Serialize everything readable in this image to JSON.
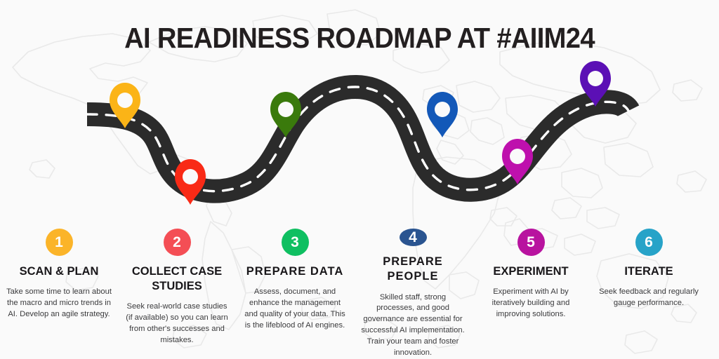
{
  "page": {
    "title": "AI READINESS ROADMAP AT #AIIM24",
    "background_color": "#FAFAFA",
    "map_outline_color": "#E9E9E9",
    "title_color": "#231F20"
  },
  "road": {
    "surface_color": "#2B2B2B",
    "lane_marking_color": "#FFFFFF",
    "style": "dashed-center-line"
  },
  "pins": [
    {
      "name": "pin-1-scan-plan",
      "color": "#FBB417"
    },
    {
      "name": "pin-2-collect-cases",
      "color": "#F92A16"
    },
    {
      "name": "pin-3-prepare-data",
      "color": "#3A7A0C"
    },
    {
      "name": "pin-4-prepare-people",
      "color": "#1358B8"
    },
    {
      "name": "pin-5-experiment",
      "color": "#BE10AD"
    },
    {
      "name": "pin-6-iterate",
      "color": "#5B10B5"
    }
  ],
  "steps": [
    {
      "number": "1",
      "color": "#FBB429",
      "heading": "SCAN & PLAN",
      "body": "Take some time to learn about the macro and micro trends in AI. Develop an agile strategy."
    },
    {
      "number": "2",
      "color": "#F44E55",
      "heading": "COLLECT CASE STUDIES",
      "body": "Seek real-world case studies (if available) so you can learn from other's successes and mistakes."
    },
    {
      "number": "3",
      "color": "#0FBF61",
      "heading": "PREPARE  DATA",
      "body": "Assess, document, and enhance the management and quality of your data. This is the lifeblood of AI engines."
    },
    {
      "number": "4",
      "color": "#2A5490",
      "heading": "PREPARE  PEOPLE",
      "body": "Skilled staff, strong processes, and good governance are essential for successful AI implementation. Train your team and foster innovation."
    },
    {
      "number": "5",
      "color": "#B8139F",
      "heading": "EXPERIMENT",
      "body": "Experiment with AI by iteratively building and improving solutions."
    },
    {
      "number": "6",
      "color": "#27A3C8",
      "heading": "ITERATE",
      "body": "Seek feedback and regularly gauge performance."
    }
  ]
}
